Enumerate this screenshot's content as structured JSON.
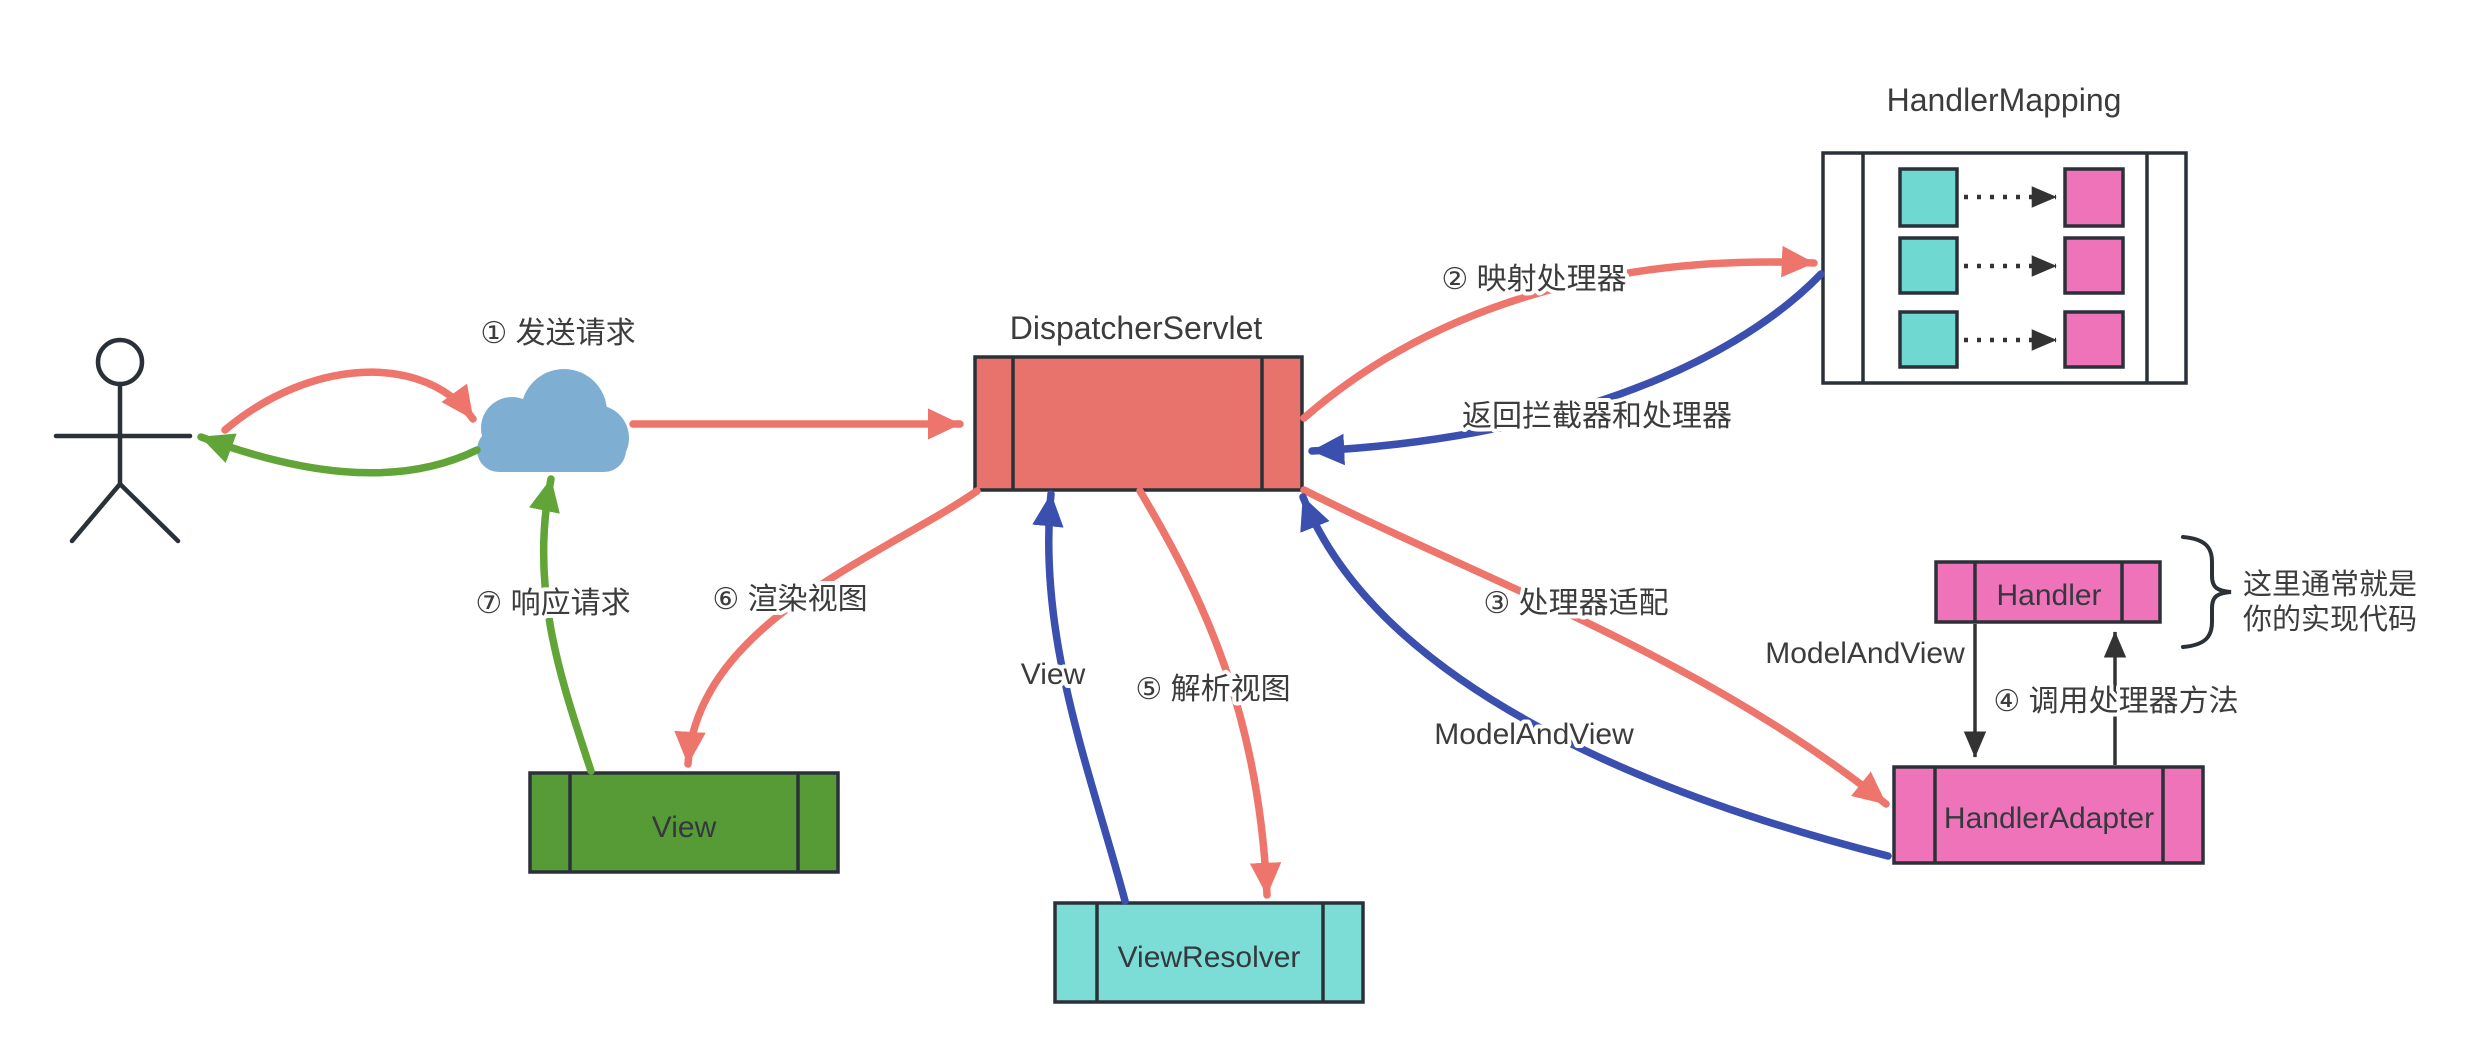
{
  "diagram": {
    "kind": "spring-mvc-dispatcher-flow",
    "colors": {
      "red": "#ED756B",
      "red_box": "#E8736C",
      "blue": "#3A4FAE",
      "green": "#61A437",
      "green_box": "#579B37",
      "cloud_blue": "#7EAFD2",
      "cyan": "#6FD8D1",
      "cyan_box": "#7CDCD6",
      "pink": "#EE73B9",
      "outline": "#2B3138",
      "black_arrow": "#333333",
      "text": "#3C3C3C"
    },
    "nodes": {
      "dispatcher_servlet": {
        "label": "DispatcherServlet"
      },
      "handler_mapping": {
        "label": "HandlerMapping"
      },
      "handler": {
        "label": "Handler"
      },
      "handler_adapter": {
        "label": "HandlerAdapter"
      },
      "view": {
        "label": "View"
      },
      "view_resolver": {
        "label": "ViewResolver"
      }
    },
    "edges": {
      "send_request": {
        "label": "① 发送请求"
      },
      "map_handler": {
        "label": "② 映射处理器"
      },
      "return_interceptor_and_handler": {
        "label": "返回拦截器和处理器"
      },
      "adapt_handler": {
        "label": "③ 处理器适配"
      },
      "invoke_handler_method": {
        "label": "④ 调用处理器方法"
      },
      "resolve_view": {
        "label": "⑤ 解析视图"
      },
      "render_view": {
        "label": "⑥ 渲染视图"
      },
      "respond_request": {
        "label": "⑦ 响应请求"
      },
      "model_and_view_from_handler": {
        "label": "ModelAndView"
      },
      "model_and_view_to_dispatcher": {
        "label": "ModelAndView"
      },
      "view_to_dispatcher": {
        "label": "View"
      }
    },
    "note": {
      "line1": "这里通常就是",
      "line2": "你的实现代码"
    }
  }
}
